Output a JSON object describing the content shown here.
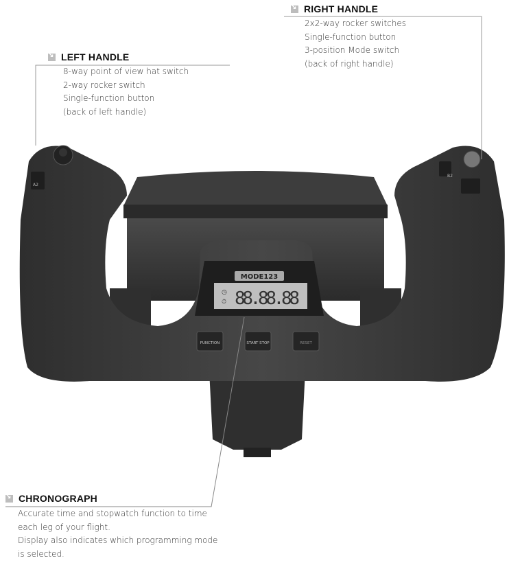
{
  "callouts": {
    "left_handle": {
      "title": "LEFT HANDLE",
      "lines": [
        "8-way point of view hat switch",
        "2-way rocker switch",
        "Single-function button",
        "(back of left handle)"
      ]
    },
    "right_handle": {
      "title": "RIGHT HANDLE",
      "lines": [
        "2x2-way rocker switches",
        "Single-function button",
        "3-position Mode switch",
        "(back of right handle)"
      ]
    },
    "chronograph": {
      "title": "CHRONOGRAPH",
      "lines": [
        "Accurate time and stopwatch function to time",
        "each leg of your flight.",
        "Display also indicates which programming mode",
        "is selected."
      ]
    }
  },
  "device": {
    "mode_label": "MODE123",
    "display_value": "88.88.88",
    "buttons": [
      "FUNCTION",
      "START STOP",
      "RESET"
    ],
    "left_rocker_label": "A2",
    "right_rocker_label": "B2"
  },
  "colors": {
    "body": "#3a3a3a",
    "leader_line": "#9a9a9a",
    "marker": "#bdbdbd"
  }
}
